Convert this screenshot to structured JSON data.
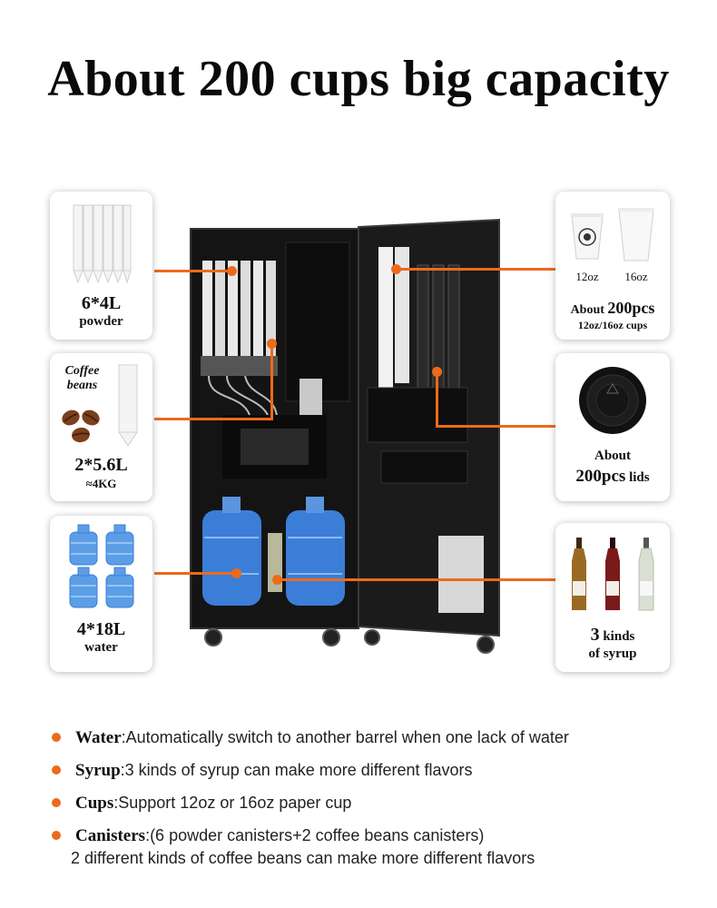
{
  "title": "About 200 cups big capacity",
  "cards": {
    "powder": {
      "amount": "6*4L",
      "label": "powder"
    },
    "beans": {
      "caption_line1": "Coffee",
      "caption_line2": "beans",
      "amount": "2*5.6L",
      "weight": "≈4KG"
    },
    "water": {
      "amount": "4*18L",
      "label": "water"
    },
    "cups": {
      "size_small": "12oz",
      "size_large": "16oz",
      "about": "About ",
      "count": "200pcs",
      "sub": "12oz/16oz cups"
    },
    "lids": {
      "about": "About",
      "count": "200pcs",
      "suffix": " lids"
    },
    "syrup": {
      "count": "3",
      "kinds": " kinds",
      "label": "of syrup"
    }
  },
  "bullets": [
    {
      "key": "Water",
      "text": ":Automatically switch to another barrel when one lack of water"
    },
    {
      "key": "Syrup",
      "text": ":3 kinds of syrup can make more different flavors"
    },
    {
      "key": "Cups",
      "text": ":Support 12oz or 16oz paper cup"
    },
    {
      "key": "Canisters",
      "text": ":(6 powder canisters+2 coffee beans canisters)",
      "text2": "2 different kinds of coffee beans can make more different flavors"
    }
  ],
  "colors": {
    "accent": "#ec6a1c",
    "machine": "#161616"
  }
}
